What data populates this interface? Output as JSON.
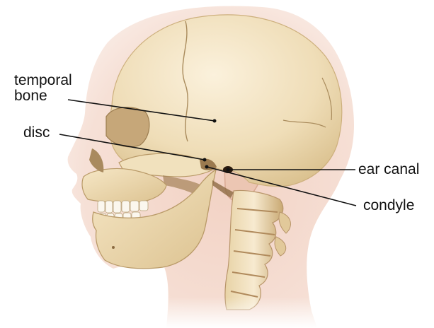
{
  "labels": {
    "temporal_line1": "temporal",
    "temporal_line2": "bone",
    "disc": "disc",
    "ear_canal": "ear canal",
    "condyle": "condyle"
  }
}
